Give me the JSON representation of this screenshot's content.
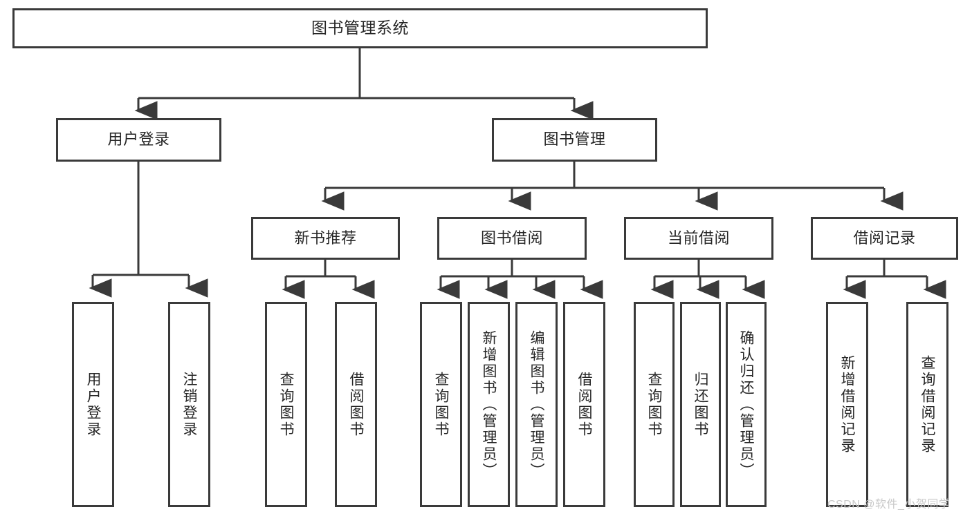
{
  "diagram": {
    "title": "图书管理系统",
    "type": "tree-hierarchy",
    "background_color": "#ffffff",
    "line_color": "#3a3a3a",
    "text_color": "#262626",
    "nodes": {
      "root": {
        "label": "图书管理系统"
      },
      "level2": [
        {
          "id": "user-login",
          "label": "用户登录"
        },
        {
          "id": "book-management",
          "label": "图书管理"
        }
      ],
      "level3": [
        {
          "id": "new-book-recommend",
          "label": "新书推荐"
        },
        {
          "id": "book-borrow",
          "label": "图书借阅"
        },
        {
          "id": "current-borrow",
          "label": "当前借阅"
        },
        {
          "id": "borrow-record",
          "label": "借阅记录"
        }
      ],
      "leaves": {
        "user_login": [
          {
            "id": "leaf-user-login",
            "label": "用户登录"
          },
          {
            "id": "leaf-logout-login",
            "label": "注销登录"
          }
        ],
        "new_book_recommend": [
          {
            "id": "leaf-query-book-1",
            "label": "查询图书"
          },
          {
            "id": "leaf-borrow-book-1",
            "label": "借阅图书"
          }
        ],
        "book_borrow": [
          {
            "id": "leaf-query-book-2",
            "label": "查询图书"
          },
          {
            "id": "leaf-add-book",
            "label": "新增图书（管理员）"
          },
          {
            "id": "leaf-edit-book",
            "label": "编辑图书（管理员）"
          },
          {
            "id": "leaf-borrow-book-2",
            "label": "借阅图书"
          }
        ],
        "current_borrow": [
          {
            "id": "leaf-query-book-3",
            "label": "查询图书"
          },
          {
            "id": "leaf-return-book",
            "label": "归还图书"
          },
          {
            "id": "leaf-confirm-return",
            "label": "确认归还（管理员）"
          }
        ],
        "borrow_record": [
          {
            "id": "leaf-add-record",
            "label": "新增借阅记录"
          },
          {
            "id": "leaf-query-record",
            "label": "查询借阅记录"
          }
        ]
      }
    },
    "watermark": "CSDN @软件_小贺同学"
  }
}
